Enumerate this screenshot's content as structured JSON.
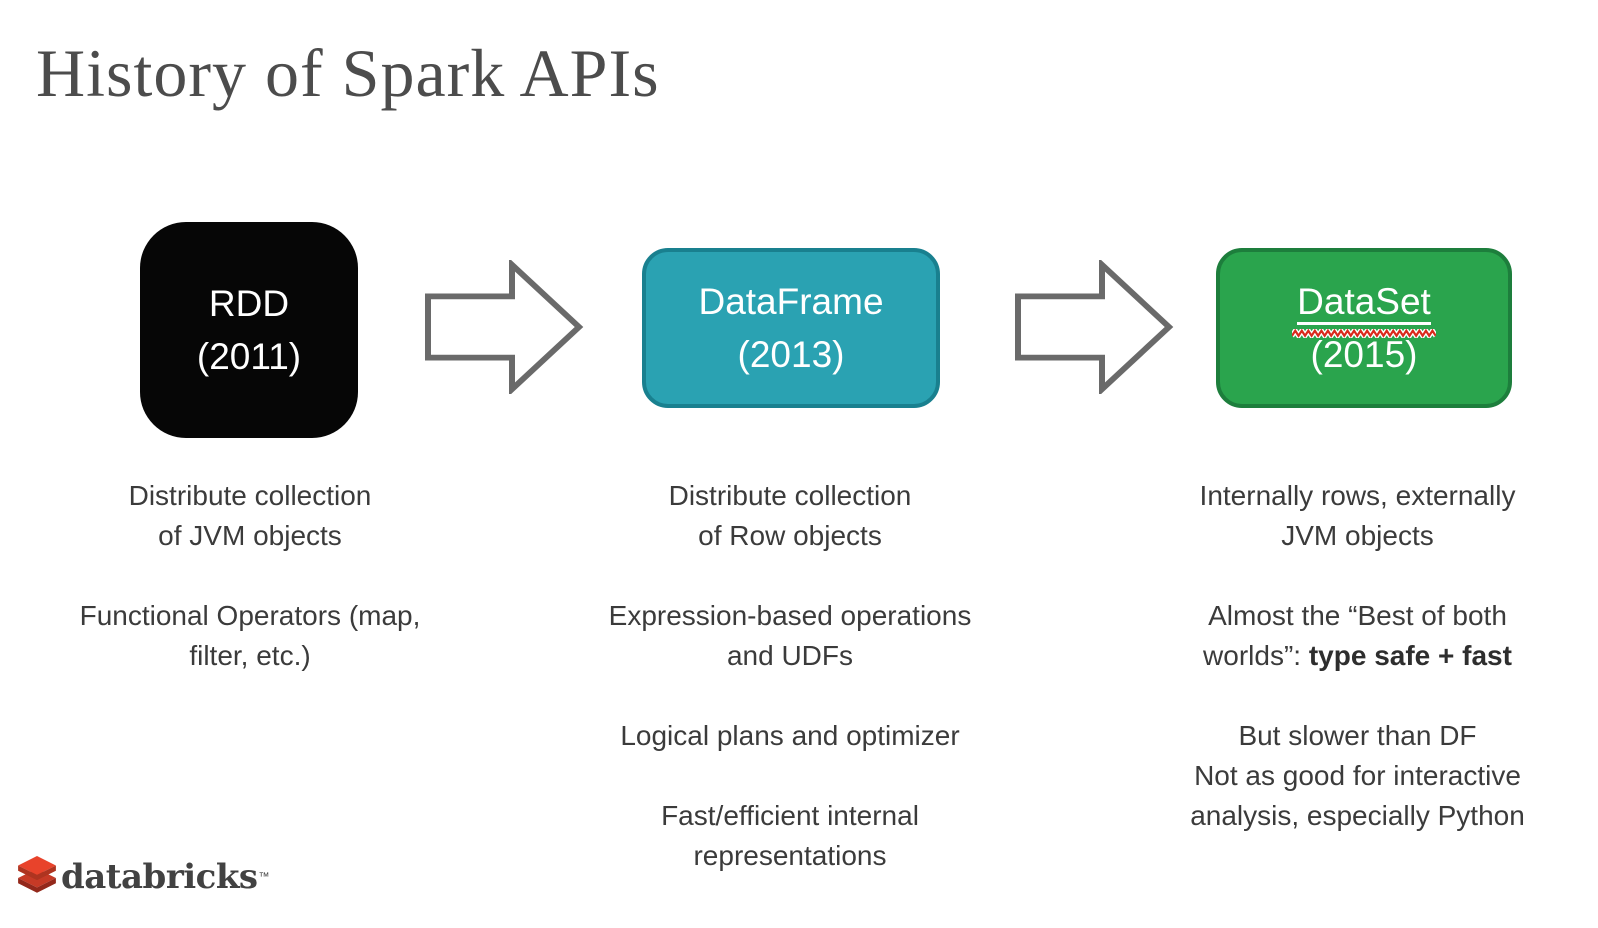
{
  "slide": {
    "title": "History of Spark APIs",
    "background": "#ffffff"
  },
  "flow": {
    "arrow_color": "#6a6a6a",
    "boxes": [
      {
        "name": "RDD",
        "year": "(2011)",
        "fill": "#060606",
        "border": "#060606",
        "text_color": "#ffffff"
      },
      {
        "name": "DataFrame",
        "year": "(2013)",
        "fill": "#2aa2b2",
        "border": "#19808f",
        "text_color": "#ffffff"
      },
      {
        "name": "DataSet",
        "year": "(2015)",
        "fill": "#2aa44d",
        "border": "#1d7e3c",
        "text_color": "#ffffff",
        "underlined": true,
        "spellcheck_squiggle_color": "#d92a1c"
      }
    ]
  },
  "columns": [
    {
      "paragraphs": [
        "Distribute collection\nof JVM objects",
        "Functional Operators (map,\nfilter, etc.)"
      ]
    },
    {
      "paragraphs": [
        "Distribute collection\nof Row objects",
        "Expression-based operations\nand UDFs",
        "Logical plans and optimizer",
        "Fast/efficient internal\nrepresentations"
      ]
    },
    {
      "paragraphs": [
        "Internally rows, externally\nJVM objects",
        {
          "normal": "Almost the “Best of both\nworlds”: ",
          "bold": "type safe + fast"
        },
        "But slower than DF\nNot as good for interactive\nanalysis, especially Python"
      ]
    }
  ],
  "footer": {
    "brand": "databricks",
    "trademark": "™",
    "icon": "databricks-bricks-icon",
    "icon_colors": {
      "top_face": "#e8432b",
      "top_side": "#ae3420",
      "bottom_face": "#c63a26",
      "bottom_side": "#93281b"
    }
  }
}
